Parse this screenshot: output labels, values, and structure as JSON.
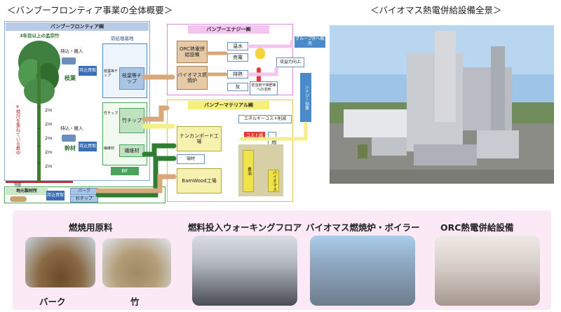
{
  "headings": {
    "left": "＜バンブーフロンティア事業の全体概要＞",
    "right": "＜バイオマス熱電併給設備全景＞"
  },
  "schematic": {
    "frontier_title": "バンブーフロンティア㈱",
    "bamboo_note": "3年目以上の孟宗竹",
    "height_note": "※検討を重ねている最中",
    "segments": [
      "2m",
      "2m",
      "2m",
      "2m",
      "2m"
    ],
    "branch_label": "枝葉",
    "trunk_label": "幹材",
    "purchase_1": "持込・搬入",
    "purchase_2": "持込・搬入",
    "buy_btn_1": "持込買取",
    "buy_btn_2": "持込買取",
    "buy_btn_3": "持込買取",
    "frontier_base": "前処理基地",
    "branch_chip": "枝葉等チップ",
    "bamboo_chip": "竹チップ",
    "fiber": "繊維材",
    "bf_label": "BF",
    "chip_note_1": "枝葉等チップ",
    "chip_note_2": "竹チップ",
    "chip_note_3": "繊維材",
    "local_sawmill": "地元製材所",
    "bark": "バーク",
    "cedar_chip": "杉チップ",
    "ground": "地面",
    "energy_title": "バンブーエナジー㈱",
    "orc": "ORC熱電併給設備",
    "boiler": "バイオマス燃焼炉",
    "hot_water": "温水",
    "power": "売電",
    "exhaust": "排熱",
    "ash": "灰",
    "group_sale": "グループ外へ販売",
    "yield_up": "収益力向上",
    "anti_freeze": "防虫剤や堆肥等への活用",
    "synergy": "シナジー効果",
    "material_title": "バンブーマテリアル㈱",
    "energy_cost": "エネルギーコスト削減",
    "nankan": "ナンカンボード工場",
    "side_mat": "端材",
    "bamwood": "BamWood工場",
    "cost_cut": "コスト減",
    "fuel_use": "燃料利用",
    "heavy_oil": "重油",
    "biomass_fuel": "バイオマス"
  },
  "gallery": {
    "fuel_title": "燃焼用原料",
    "bark_label": "バーク",
    "bamboo_label": "竹",
    "floor_title": "燃料投入ウォーキングフロア",
    "boiler_title": "バイオマス燃焼炉・ボイラー",
    "orc_title": "ORC熱電併給設備"
  }
}
